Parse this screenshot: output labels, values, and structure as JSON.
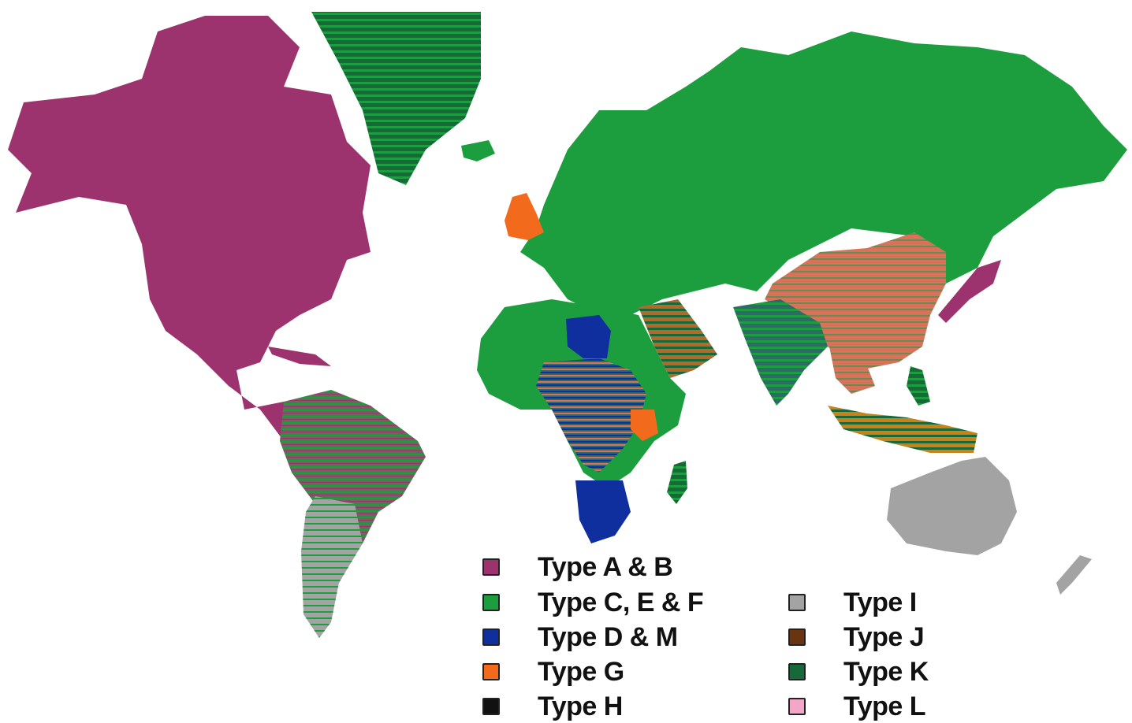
{
  "colors": {
    "type_ab": "#9c336e",
    "type_cef": "#1d9e3e",
    "type_dm": "#0f2f9e",
    "type_g": "#f26b1d",
    "type_h": "#111111",
    "type_i": "#a3a3a3",
    "type_j": "#6b3410",
    "type_k": "#17693a",
    "type_l": "#f4a6c8",
    "mixed_stripe": "#d8735a",
    "ocean": "#ffffff"
  },
  "legend": {
    "left": [
      {
        "label": "Type A & B",
        "color": "#9c336e"
      },
      {
        "label": "Type C, E & F",
        "color": "#1d9e3e"
      },
      {
        "label": "Type D & M",
        "color": "#0f2f9e"
      },
      {
        "label": "Type G",
        "color": "#f26b1d"
      },
      {
        "label": "Type H",
        "color": "#111111"
      }
    ],
    "right": [
      {
        "label": "Type I",
        "color": "#a3a3a3"
      },
      {
        "label": "Type J",
        "color": "#6b3410"
      },
      {
        "label": "Type K",
        "color": "#17693a"
      },
      {
        "label": "Type L",
        "color": "#f4a6c8"
      }
    ]
  }
}
